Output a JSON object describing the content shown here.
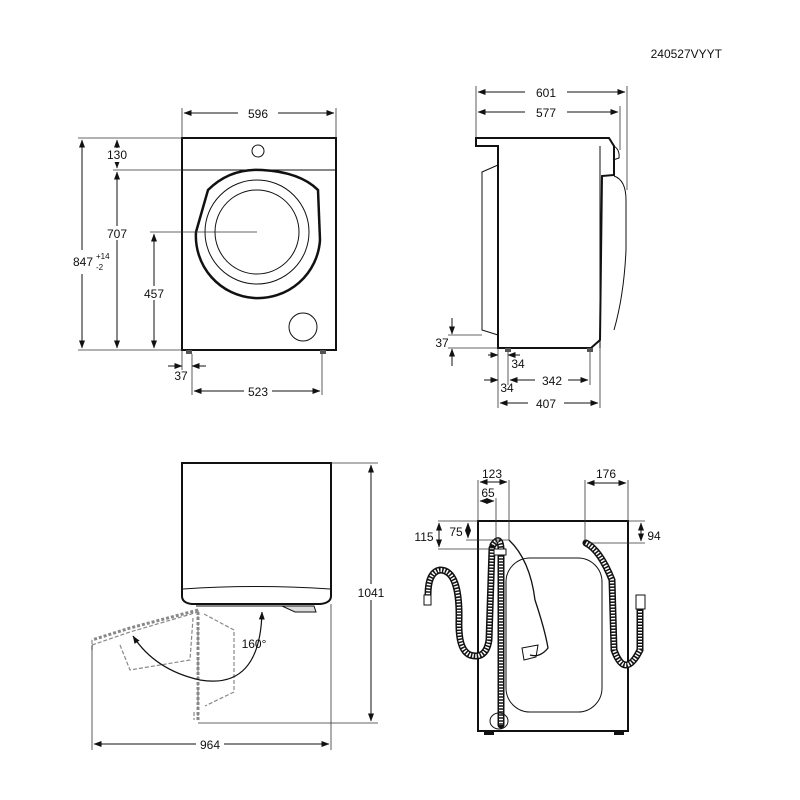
{
  "model_code": "240527VYYT",
  "front_view": {
    "width": "596",
    "panel_height": "130",
    "door_height": "707",
    "door_center_height": "457",
    "total_height": "847",
    "total_height_tol_plus": "+14",
    "total_height_tol_minus": "-2",
    "foot_offset": "37",
    "foot_spacing": "523"
  },
  "side_view": {
    "depth_total": "601",
    "depth_body": "577",
    "back_offset": "37",
    "foot_offset_a": "34",
    "foot_offset_b": "34",
    "foot_spacing": "342",
    "body_depth_base": "407"
  },
  "top_view": {
    "height_door_open": "1041",
    "depth_door_open": "964",
    "door_angle": "160°"
  },
  "rear_view": {
    "drain_offset": "123",
    "cable_offset": "65",
    "drain_height": "115",
    "cable_height": "75",
    "inlet_offset": "176",
    "inlet_height": "94"
  }
}
